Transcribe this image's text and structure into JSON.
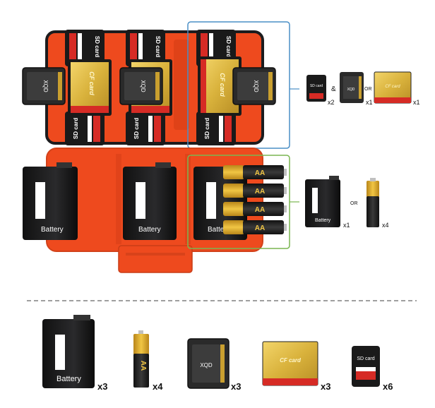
{
  "colors": {
    "case_orange": "#ee4a1e",
    "case_dark": "#1c1c1e",
    "cf_gold": "#e8c24a",
    "battery_gold": "#d9a625",
    "frame_blue": "#4a8fc6",
    "frame_green": "#7ab651",
    "sd_red": "#d62b25"
  },
  "labels": {
    "sd": "SD card",
    "cf": "CF card",
    "xqd": "XQD",
    "battery": "Battery",
    "aa": "AA",
    "amp": "&",
    "or": "OR"
  },
  "top_legend": {
    "sd_count": "x2",
    "xqd_count": "x1",
    "cf_count": "x1"
  },
  "bottom_legend": {
    "battery_count": "x1",
    "aa_count": "x4"
  },
  "summary": {
    "battery": "x3",
    "aa": "x4",
    "xqd": "x3",
    "cf": "x3",
    "sd": "x6"
  }
}
